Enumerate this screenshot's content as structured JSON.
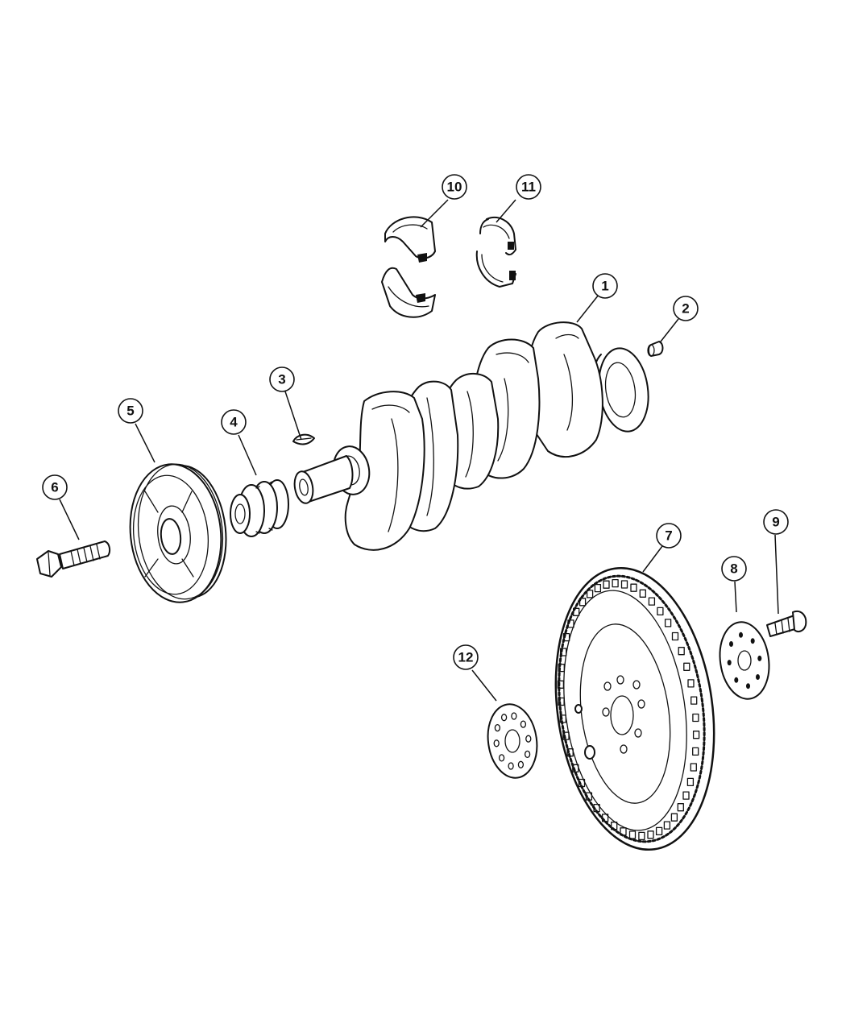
{
  "callouts": [
    {
      "id": "callout-1",
      "label": "1"
    },
    {
      "id": "callout-2",
      "label": "2"
    },
    {
      "id": "callout-3",
      "label": "3"
    },
    {
      "id": "callout-4",
      "label": "4"
    },
    {
      "id": "callout-5",
      "label": "5"
    },
    {
      "id": "callout-6",
      "label": "6"
    },
    {
      "id": "callout-7",
      "label": "7"
    },
    {
      "id": "callout-8",
      "label": "8"
    },
    {
      "id": "callout-9",
      "label": "9"
    },
    {
      "id": "callout-10",
      "label": "10"
    },
    {
      "id": "callout-11",
      "label": "11"
    },
    {
      "id": "callout-12",
      "label": "12"
    }
  ],
  "colors": {
    "line": "#111111",
    "background": "#ffffff"
  }
}
